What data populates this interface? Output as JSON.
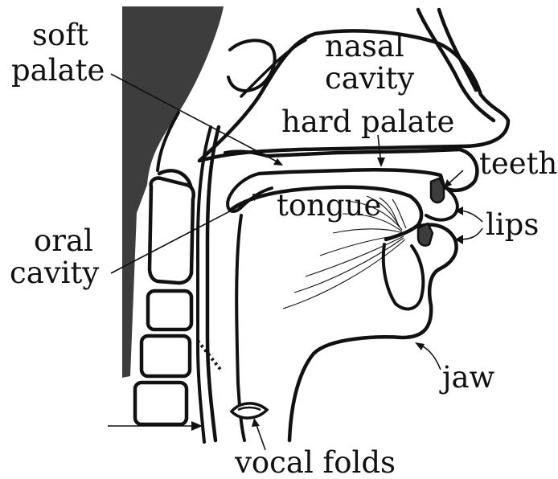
{
  "diagram": {
    "colors": {
      "ink": "#111111",
      "shade": "#3d3d3d",
      "paper": "#ffffff"
    },
    "labels": {
      "soft_palate_1": "soft",
      "soft_palate_2": "palate",
      "nasal_cavity_1": "nasal",
      "nasal_cavity_2": "cavity",
      "hard_palate": "hard palate",
      "teeth": "teeth",
      "tongue": "tongue",
      "lips": "lips",
      "oral_cavity_1": "oral",
      "oral_cavity_2": "cavity",
      "jaw": "jaw",
      "vocal_folds": "vocal folds"
    }
  }
}
